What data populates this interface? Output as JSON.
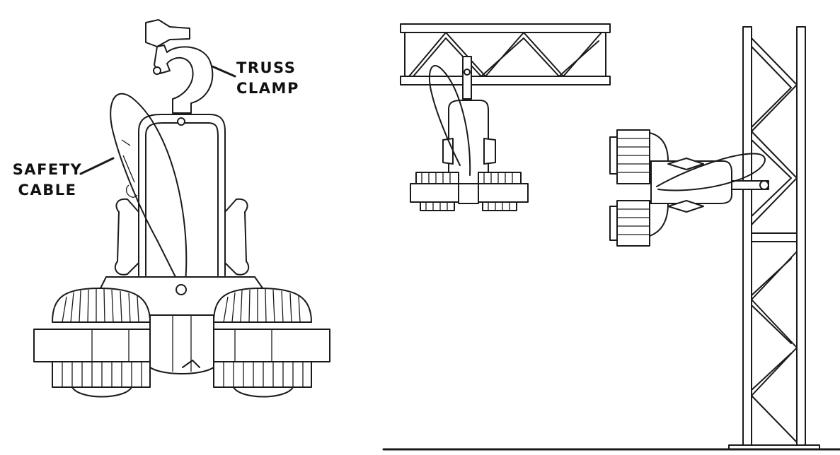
{
  "labels": {
    "truss_clamp": [
      "TRUSS",
      "CLAMP"
    ],
    "safety_cable": [
      "SAFETY",
      "CABLE"
    ]
  },
  "colors": {
    "line": "#1a1a1a",
    "background": "#ffffff"
  }
}
